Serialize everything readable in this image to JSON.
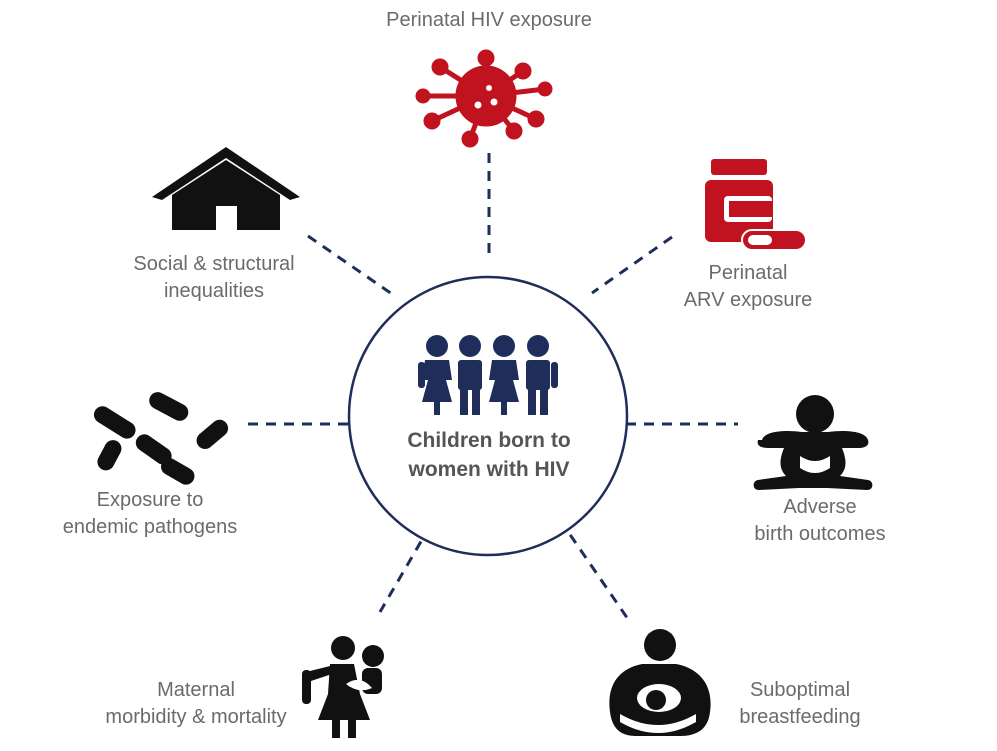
{
  "colors": {
    "connector": "#1e2d5a",
    "circle": "#1e2d5a",
    "children_icon": "#1e2d5a",
    "hiv_icon": "#c1121f",
    "arv_icon": "#c1121f",
    "other_icons": "#111111",
    "label_text": "#6b6b6b"
  },
  "center": {
    "line1": "Children born to",
    "line2": "women with HIV",
    "icon": "four-children-icon"
  },
  "factors": {
    "hiv": {
      "line1": "Perinatal HIV exposure",
      "icon": "virus-icon"
    },
    "arv": {
      "line1": "Perinatal",
      "line2": "ARV exposure",
      "icon": "pill-bottle-icon"
    },
    "birth": {
      "line1": "Adverse",
      "line2": "birth outcomes",
      "icon": "infant-icon"
    },
    "breastfeeding": {
      "line1": "Suboptimal",
      "line2": "breastfeeding",
      "icon": "breastfeeding-icon"
    },
    "maternal": {
      "line1": "Maternal",
      "line2": "morbidity & mortality",
      "icon": "mother-child-icon"
    },
    "pathogens": {
      "line1": "Exposure to",
      "line2": "endemic pathogens",
      "icon": "bacteria-icon"
    },
    "social": {
      "line1": "Social & structural",
      "line2": "inequalities",
      "icon": "house-icon"
    }
  }
}
